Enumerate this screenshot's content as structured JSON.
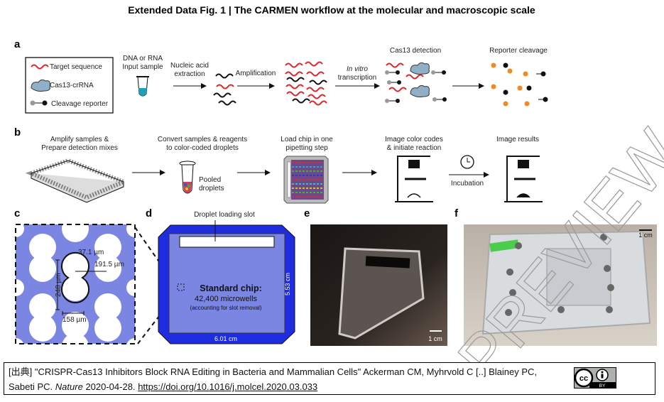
{
  "title": "Extended Data Fig. 1 | The CARMEN workflow at the molecular and macroscopic scale",
  "panels": {
    "a": {
      "label": "a",
      "legend": [
        "Target sequence",
        "Cas13-crRNA",
        "Cleavage reporter"
      ],
      "input_sample": [
        "DNA or RNA",
        "Input sample"
      ],
      "extraction": [
        "Nucleic acid",
        "extraction"
      ],
      "amplification": "Amplification",
      "transcription": [
        "In vitro",
        "transcription"
      ],
      "detection": "Cas13 detection",
      "cleavage": "Reporter cleavage"
    },
    "b": {
      "label": "b",
      "step1": [
        "Amplify samples &",
        "Prepare detection mixes"
      ],
      "step2": [
        "Convert samples & reagents",
        "to color-coded droplets"
      ],
      "pooled": [
        "Pooled",
        "droplets"
      ],
      "step3": [
        "Load chip in one",
        "pipetting step"
      ],
      "step4": [
        "Image color codes",
        "& initiate reaction"
      ],
      "incubation": "Incubation",
      "step5": "Image results"
    },
    "c": {
      "label": "c",
      "dim_gap": "37.1 µm",
      "dim_diameter": "191.5 µm",
      "dim_height": "248 µm",
      "dim_width": "158 µm"
    },
    "d": {
      "label": "d",
      "slot": "Droplet loading slot",
      "chip_title": "Standard chip:",
      "chip_count": "42,400 microwells",
      "chip_note": "(accounting for slot removal)",
      "height": "5.53 cm",
      "width": "6.01 cm"
    },
    "e": {
      "label": "e",
      "scale": "1 cm"
    },
    "f": {
      "label": "f",
      "scale": "1 cm"
    }
  },
  "watermark": "PREVIEW",
  "citation": {
    "prefix": "[出典] \"CRISPR-Cas13 Inhibitors Block RNA Editing in Bacteria and Mammalian Cells\" Ackerman CM, Myhrvold C [..] Blainey PC,",
    "authors_end": "Sabeti PC.",
    "journal": "Nature",
    "date": "2020-04-28.",
    "doi": "https://doi.org/10.1016/j.molcel.2020.03.033"
  },
  "license": {
    "icon": "cc-by-icon",
    "text": "BY"
  },
  "colors": {
    "target": "#e0262b",
    "chip_blue": "#1f2de0",
    "chip_light": "#7b86e3",
    "reporter_orange": "#f08a24"
  }
}
